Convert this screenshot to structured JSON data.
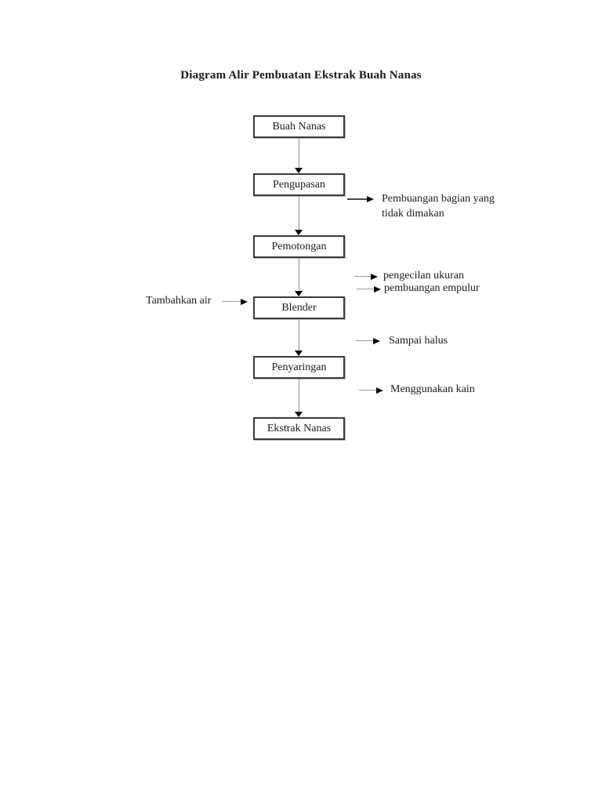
{
  "title": "Diagram Alir Pembuatan Ekstrak Buah Nanas",
  "flow": {
    "steps": [
      {
        "id": "buah-nanas",
        "label": "Buah Nanas"
      },
      {
        "id": "pengupasan",
        "label": "Pengupasan"
      },
      {
        "id": "pemotongan",
        "label": "Pemotongan"
      },
      {
        "id": "blender",
        "label": "Blender"
      },
      {
        "id": "penyaringan",
        "label": "Penyaringan"
      },
      {
        "id": "ekstrak-nanas",
        "label": "Ekstrak Nanas"
      }
    ]
  },
  "annotations": {
    "tambahkan_air": "Tambahkan air",
    "pembuangan_line1": "Pembuangan bagian yang",
    "pembuangan_line2": "tidak dimakan",
    "pengecilan_ukuran": "pengecilan ukuran",
    "pembuangan_empulur": "pembuangan empulur",
    "sampai_halus": "Sampai halus",
    "menggunakan_kain": "Menggunakan kain"
  },
  "colors": {
    "background": "#ffffff",
    "box_border": "#3a3a3a",
    "connector_line": "#8f8f8f",
    "arrowhead": "#000000",
    "text": "#1a1a1a"
  }
}
